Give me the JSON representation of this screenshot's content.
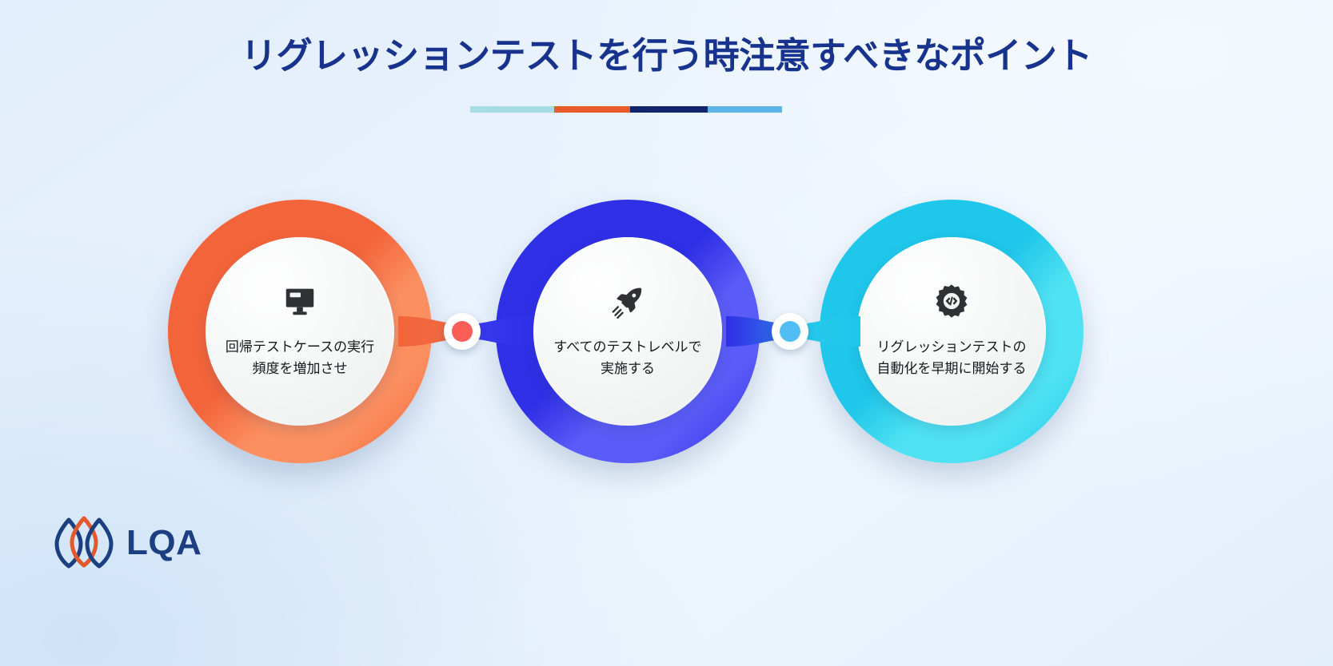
{
  "page": {
    "title": "リグレッションテストを行う時注意すべきなポイント",
    "title_color": "#17338d",
    "background_color": "#e9f2fc"
  },
  "divider": {
    "segments": [
      {
        "name": "segment-light-cyan",
        "color": "#a6dce4"
      },
      {
        "name": "segment-orange",
        "color": "#e75c28"
      },
      {
        "name": "segment-navy",
        "color": "#12256b"
      },
      {
        "name": "segment-blue",
        "color": "#5cb4e8"
      }
    ]
  },
  "steps": [
    {
      "id": "step-1",
      "icon": "monitor-icon",
      "text": "回帰テストケースの実行\n頻度を増加させ",
      "ring_color": "#f4643a",
      "ring_color_light": "#fb8f60"
    },
    {
      "id": "step-2",
      "icon": "rocket-icon",
      "text": "すべてのテストレベルで\n実施する",
      "ring_color": "#2f2fe6",
      "ring_color_light": "#5b5bf7"
    },
    {
      "id": "step-3",
      "icon": "gear-code-icon",
      "text": "リグレッションテストの\n自動化を早期に開始する",
      "ring_color": "#1fc7ea",
      "ring_color_light": "#4fe2f2"
    }
  ],
  "connectors": [
    {
      "id": "connector-1",
      "color": "#fb5f58"
    },
    {
      "id": "connector-2",
      "color": "#52bdf5"
    }
  ],
  "logo": {
    "text": "LQA",
    "mark_color_primary": "#1b3f80",
    "mark_color_accent": "#e2592b",
    "text_color": "#1b3f80"
  }
}
